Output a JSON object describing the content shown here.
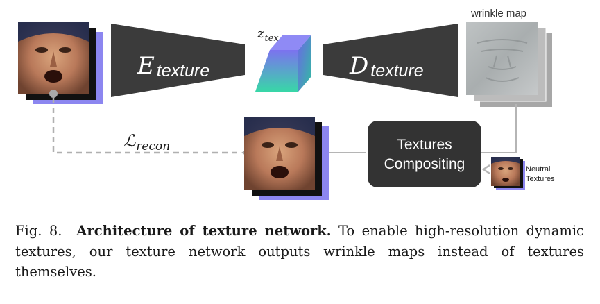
{
  "diagram": {
    "encoder": {
      "symbol": "E",
      "subscript": "texture"
    },
    "decoder": {
      "symbol": "D",
      "subscript": "texture"
    },
    "latent": {
      "symbol": "z",
      "subscript": "tex"
    },
    "wrinkle_map_label": "wrinkle map",
    "compositing": {
      "line1": "Textures",
      "line2": "Compositing"
    },
    "neutral": {
      "line1": "Neutral",
      "line2": "Textures"
    },
    "loss": {
      "symbol": "ℒ",
      "subscript": "recon"
    }
  },
  "caption": {
    "label": "Fig. 8.",
    "title": "Architecture of texture network.",
    "body": "To enable high-resolution dynamic textures, our texture network outputs wrinkle maps instead of textures themselves."
  },
  "colors": {
    "block_fill": "#3b3b3b",
    "compositing_fill": "#333333",
    "stack_purple": "#8c86f0",
    "latent_top": "#7a6ef0",
    "latent_bottom": "#36d6a8",
    "connector": "#b5b5b5"
  }
}
